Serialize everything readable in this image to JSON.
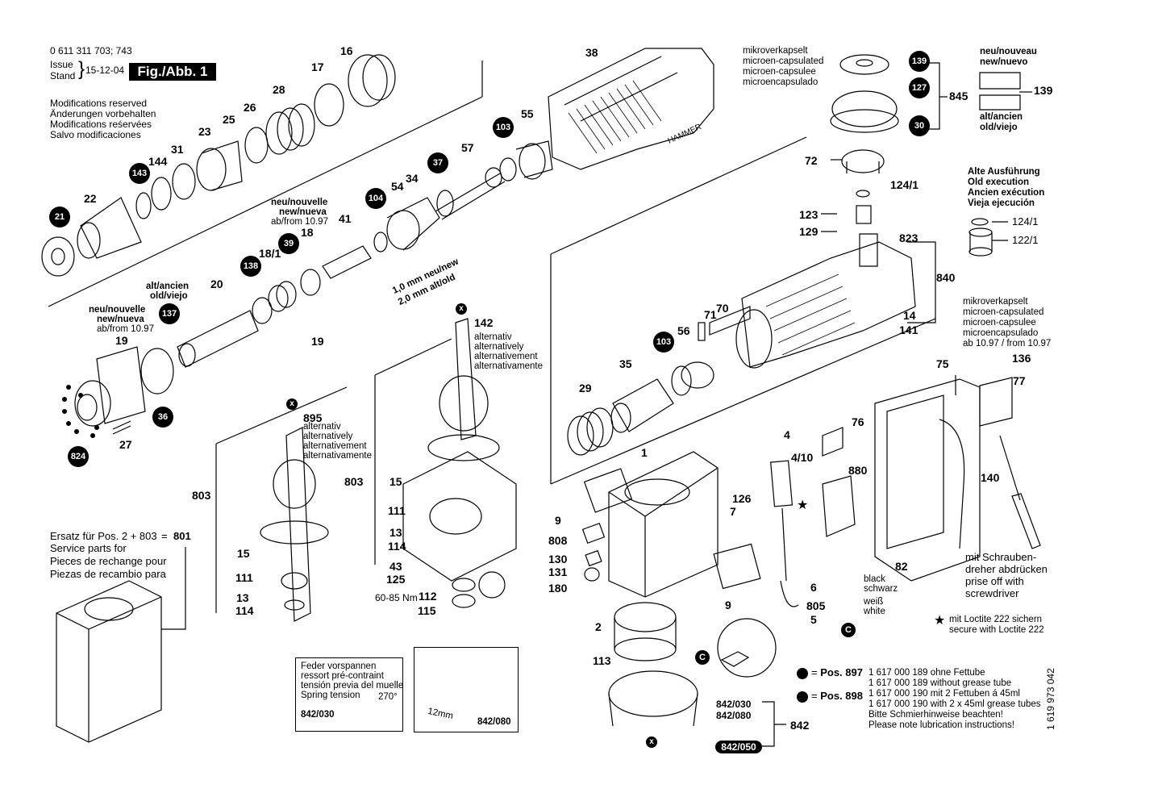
{
  "header": {
    "part_no": "0 611 311 703; 743",
    "issue_label": "Issue",
    "stand_label": "Stand",
    "issue_date": "15-12-04",
    "fig_label": "Fig./Abb. 1"
  },
  "modifications": [
    "Modifications reserved",
    "Änderungen vorbehalten",
    "Modifications reśervées",
    "Salvo modificaciones"
  ],
  "service_parts": {
    "line1_prefix": "Ersatz für Pos. 2 + 803",
    "eq": "=",
    "ref": "801",
    "lines": [
      "Service parts for",
      "Pieces de rechange pour",
      "Piezas de recambio para"
    ]
  },
  "bubbles": {
    "b21": "21",
    "b143": "143",
    "b138": "138",
    "b39": "39",
    "b137": "137",
    "b36": "36",
    "b824": "824",
    "b104": "104",
    "b37": "37",
    "b103a": "103",
    "b103b": "103",
    "b139": "139",
    "b127": "127",
    "b30": "30"
  },
  "part_labels": {
    "p16": "16",
    "p17": "17",
    "p28": "28",
    "p26": "26",
    "p25": "25",
    "p23": "23",
    "p31": "31",
    "p144": "144",
    "p22": "22",
    "p41": "41",
    "p54": "54",
    "p34": "34",
    "p57": "57",
    "p55": "55",
    "p38": "38",
    "p18_1": "18/1",
    "p18": "18",
    "p20": "20",
    "p19a": "19",
    "p19b": "19",
    "p27": "27",
    "p142": "142",
    "p895": "895",
    "p803a": "803",
    "p803b": "803",
    "p15a": "15",
    "p15b": "15",
    "p111a": "111",
    "p111b": "111",
    "p13a": "13",
    "p13b": "13",
    "p114a": "114",
    "p114b": "114",
    "p43": "43",
    "p125": "125",
    "p112": "112",
    "p115": "115",
    "p72": "72",
    "p124_1": "124/1",
    "p123": "123",
    "p129": "129",
    "p823": "823",
    "p840": "840",
    "p845": "845",
    "p14": "14",
    "p141": "141",
    "p71": "71",
    "p70": "70",
    "p56": "56",
    "p35": "35",
    "p29": "29",
    "p1": "1",
    "p9a": "9",
    "p9b": "9",
    "p808": "808",
    "p130": "130",
    "p131": "131",
    "p180": "180",
    "p126": "126",
    "p7": "7",
    "p4": "4",
    "p4_10": "4/10",
    "p76": "76",
    "p880": "880",
    "p6": "6",
    "p805": "805",
    "p5": "5",
    "p2": "2",
    "p113": "113",
    "p82": "82",
    "p75": "75",
    "p136": "136",
    "p77": "77",
    "p140": "140",
    "p842": "842",
    "p124_1r": "124/1",
    "p122_1": "122/1",
    "p139r": "139"
  },
  "notes": {
    "neu_nouvelle_1": [
      "neu/nouvelle",
      "new/nueva",
      "ab/from 10.97"
    ],
    "neu_nouvelle_2": [
      "neu/nouvelle",
      "new/nueva",
      "ab/from 10.97"
    ],
    "alt_ancien_1": [
      "alt/ancien",
      "old/viejo"
    ],
    "mm_new": "1,0 mm neu/new",
    "mm_old": "2,0 mm alt/old",
    "alternativ_142": [
      "alternativ",
      "alternatively",
      "alternativement",
      "alternativamente"
    ],
    "alternativ_895": [
      "alternativ",
      "alternatively",
      "alternativement",
      "alternativamente"
    ],
    "torque": "60-85 Nm",
    "mikro_top": [
      "mikroverkapselt",
      "microen-capsulated",
      "microen-capsulee",
      "microencapsulado"
    ],
    "mikro_right": [
      "mikroverkapselt",
      "microen-capsulated",
      "microen-capsulee",
      "microencapsulado",
      "ab 10.97 / from 10.97"
    ],
    "neu_nouveau": [
      "neu/nouveau",
      "new/nuevo"
    ],
    "alt_ancien_r": [
      "alt/ancien",
      "old/viejo"
    ],
    "alte_ausfuhrung": [
      "Alte Ausführung",
      "Old execution",
      "Ancien exécution",
      "Vieja ejecución"
    ],
    "black_schwarz": [
      "black",
      "schwarz"
    ],
    "weiss_white": [
      "weiß",
      "white"
    ],
    "screwdriver": [
      "mit Schrauben-",
      "dreher abdrücken",
      "prise off with",
      "screwdriver"
    ],
    "loctite": [
      "mit Loctite 222 sichern",
      "secure with Loctite 222"
    ],
    "spring_inset": [
      "Feder vorspannen",
      "ressort pré-contraint",
      "tensión previa del muelle",
      "Spring tension"
    ],
    "spring_angle": "270°",
    "spring_part": "842/030",
    "inset2_dim": "12mm",
    "inset2_part": "842/080",
    "hammer_text": "HAMMER"
  },
  "grease": {
    "pos897": "Pos. 897",
    "pos898": "Pos. 898",
    "eq": "=",
    "lines_897": [
      "1 617 000 189 ohne Fettube",
      "1 617 000 189 without grease tube"
    ],
    "lines_898": [
      "1 617 000 190 mit 2 Fettuben á 45ml",
      "1 617 000 190 with 2 x 45ml grease tubes"
    ],
    "lines_note": [
      "Bitte Schmierhinweise beachten!",
      "Please note lubrication instructions!"
    ]
  },
  "sub842": {
    "a": "842/030",
    "b": "842/080",
    "c": "842/050"
  },
  "marks": {
    "x": "x",
    "c": "C",
    "star": "★"
  },
  "doc_number": "1 619 973 042"
}
